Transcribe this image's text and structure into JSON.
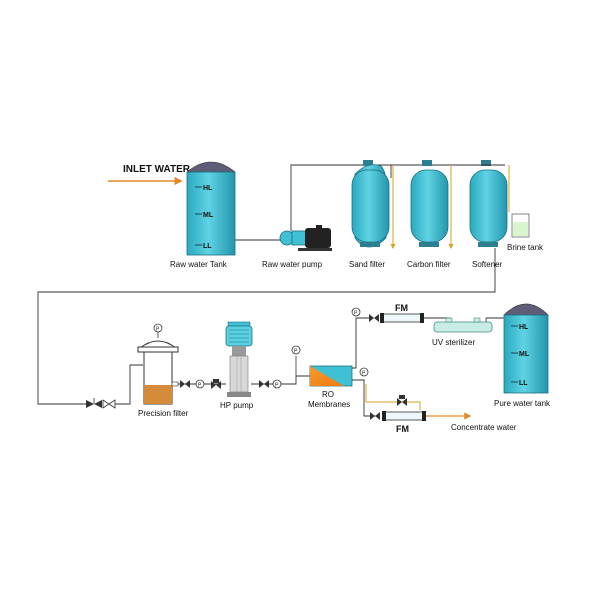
{
  "title": "INLET WATER",
  "levels": {
    "high": "HL",
    "mid": "ML",
    "low": "LL"
  },
  "gauge_label": "P",
  "components": {
    "raw_water_tank": "Raw water Tank",
    "raw_water_pump": "Raw water pump",
    "sand_filter": "Sand filter",
    "carbon_filter": "Carbon filter",
    "softener": "Softener",
    "brine_tank": "Brine tank",
    "precision_filter": "Precision filter",
    "hp_pump": "HP pump",
    "ro": "RO",
    "membranes": "Membranes",
    "uv_sterilizer": "UV sterilizer",
    "pure_water_tank": "Pure water tank",
    "concentrate_water": "Concentrate water",
    "fm_top": "FM",
    "fm_bottom": "FM"
  },
  "colors": {
    "tank": "#3fc0d4",
    "dome": "#5d5d78",
    "inlet_arrow": "#e08a2a",
    "concentrate_arrow": "#e08a2a",
    "ro_orange": "#f08a1e",
    "brine_tank_fill": "#d8f5d0",
    "uv_sterilizer": "#c8ece6",
    "sediment": "#d68b3a"
  }
}
